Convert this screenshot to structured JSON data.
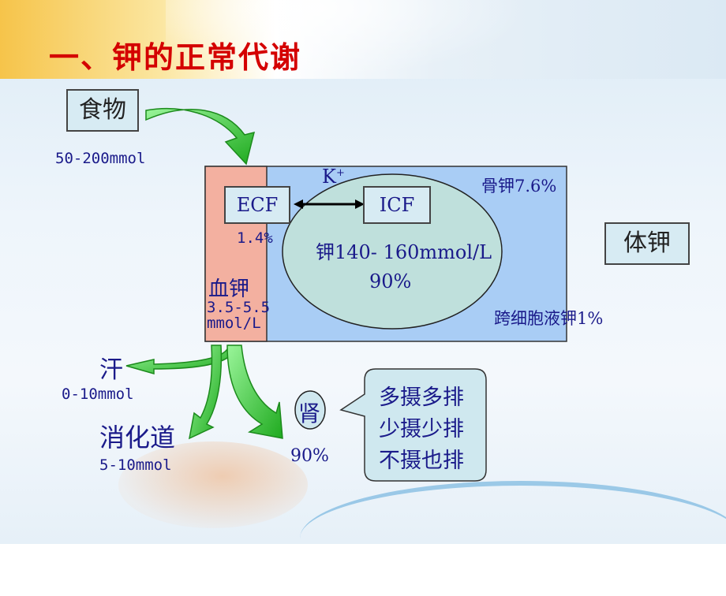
{
  "title": "一、钾的正常代谢",
  "food": {
    "label": "食物",
    "amount": "50-200mmol"
  },
  "body_potassium": "体钾",
  "ecf": {
    "label": "ECF",
    "percent": "1.4%"
  },
  "icf": {
    "label": "ICF",
    "concentration": "钾140- 160mmol/L",
    "percent": "90%"
  },
  "exchange_ion": "K",
  "exchange_ion_sup": "+",
  "bone_potassium": "骨钾7.6%",
  "transcellular_potassium": "跨细胞液钾1%",
  "blood_potassium": {
    "label": "血钾",
    "range": "3.5-5.5",
    "unit": "mmol/L"
  },
  "sweat": {
    "label": "汗",
    "amount": "0-10mmol"
  },
  "gi_tract": {
    "label": "消化道",
    "amount": "5-10mmol"
  },
  "kidney": {
    "label": "肾",
    "percent": "90%"
  },
  "callout": {
    "line1": "多摄多排",
    "line2": "少摄少排",
    "line3": "不摄也排"
  },
  "colors": {
    "title": "#d40000",
    "text": "#1a1a8a",
    "arrow": "#3cc43c",
    "ecf_region": "#f3b0a0",
    "icf_region": "#a9cdf5"
  }
}
